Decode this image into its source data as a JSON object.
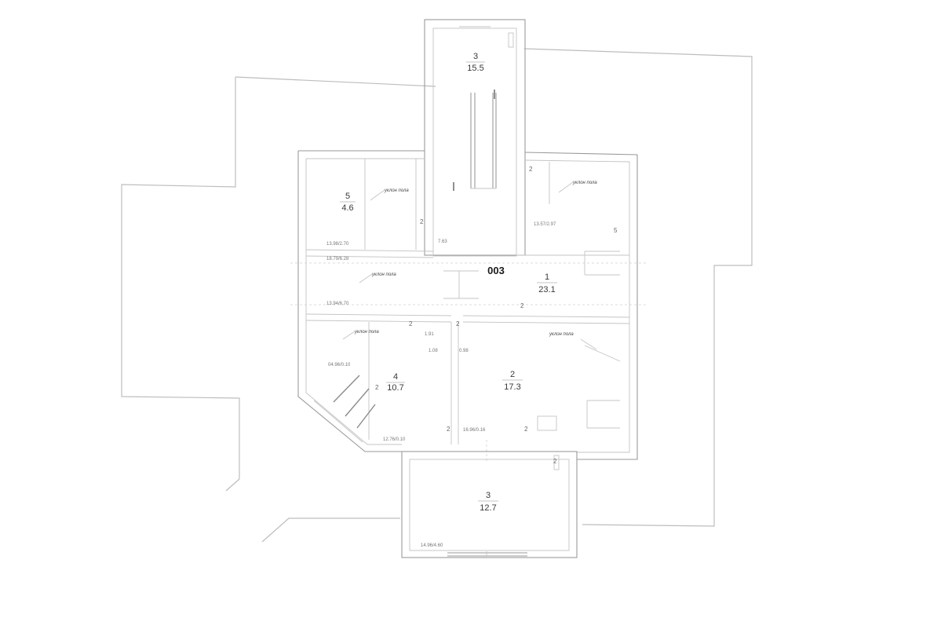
{
  "plan": {
    "flat_code": "003",
    "rooms": [
      {
        "id": "stair-north",
        "number": "3",
        "area": "15.5"
      },
      {
        "id": "room-5",
        "number": "5",
        "area": "4.6"
      },
      {
        "id": "room-1",
        "number": "1",
        "area": "23.1"
      },
      {
        "id": "room-4",
        "number": "4",
        "area": "10.7"
      },
      {
        "id": "room-2",
        "number": "2",
        "area": "17.3"
      },
      {
        "id": "room-3-south",
        "number": "3",
        "area": "12.7"
      }
    ],
    "tags": [
      "уклон пола",
      "уклон пола",
      "уклон пола",
      "уклон пола",
      "уклон пола"
    ],
    "dimensions": [
      "13.98/2.70",
      "18.79/6.28",
      "13.94/6.70",
      "13.57/2.97",
      "04.96/0.10",
      "12.76/0.10",
      "16.96/0.16",
      "14.96/4.60",
      "7.63",
      "1.91",
      "1.08",
      "0.98"
    ],
    "markers": [
      "2",
      "2",
      "2",
      "5",
      "2",
      "2",
      "2",
      "2",
      "2",
      "2"
    ]
  }
}
